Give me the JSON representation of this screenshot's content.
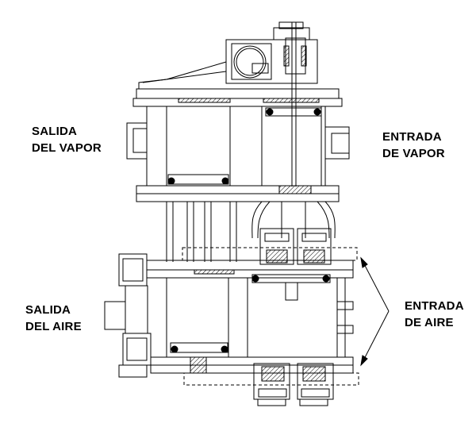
{
  "labels": {
    "salida_vapor": [
      "SALIDA",
      "DEL VAPOR"
    ],
    "entrada_vapor": [
      "ENTRADA",
      "DE VAPOR"
    ],
    "salida_aire": [
      "SALIDA",
      "DEL AIRE"
    ],
    "entrada_aire": [
      "ENTRADA",
      "DE AIRE"
    ]
  },
  "colors": {
    "line": "#000000",
    "background": "#ffffff",
    "hatch": "#000000"
  }
}
